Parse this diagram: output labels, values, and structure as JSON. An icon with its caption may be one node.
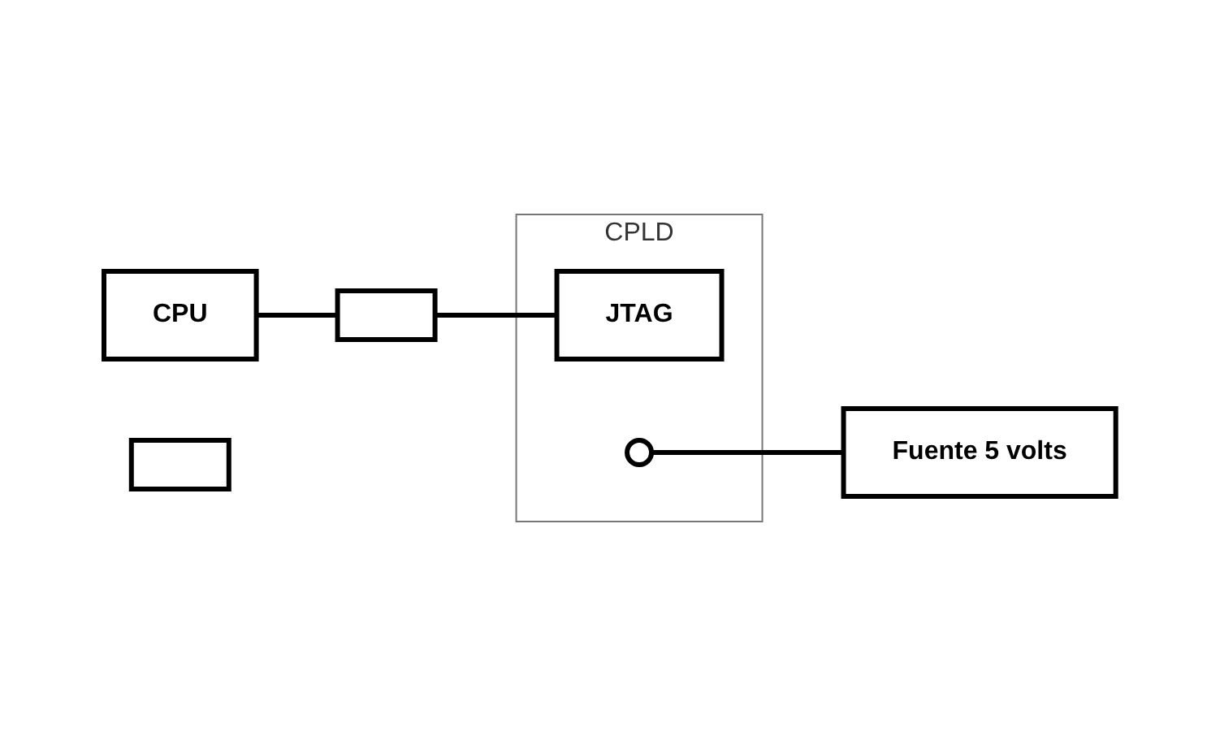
{
  "diagram": {
    "nodes": [
      {
        "text": [
          "CPU"
        ]
      },
      {
        "text": [],
        "shape": "bar"
      },
      {
        "text": [],
        "shape": "box"
      },
      {
        "text": [
          "CPLD"
        ]
      },
      {
        "text": [
          "JTAG"
        ],
        "in": 3
      },
      {
        "text": [],
        "shape": "arc",
        "in": 3
      },
      {
        "text": [
          "Fuente 5 volts"
        ]
      }
    ],
    "edges": [
      {
        "from": 0,
        "to": 2,
        "arrow": "none"
      },
      {
        "from": 2,
        "to": 4,
        "arrow": "none"
      },
      {
        "from": 5,
        "to": 6,
        "arrow": "none"
      }
    ]
  }
}
